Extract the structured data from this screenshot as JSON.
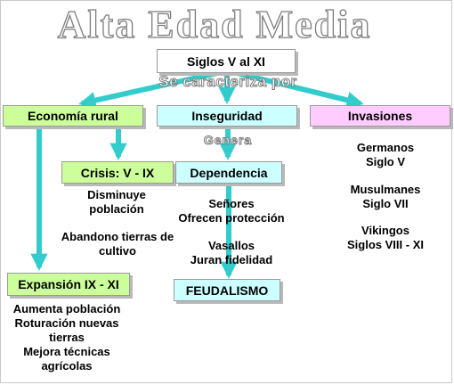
{
  "title": "Alta Edad Media",
  "top_box": "Siglos V al  XI",
  "connector_label": "Se caracteriza por",
  "generates_label": "Genera",
  "branches": {
    "economia": {
      "label": "Economía rural",
      "crisis": {
        "label": "Crisis: V -  IX",
        "notes": [
          "Disminuye",
          "población",
          "Abandono tierras de",
          "cultivo"
        ]
      },
      "expansion": {
        "label": "Expansión IX - XI",
        "notes": [
          "Aumenta población",
          "Roturación nuevas",
          "tierras",
          "Mejora técnicas",
          "agrícolas"
        ]
      }
    },
    "inseguridad": {
      "label": "Inseguridad",
      "dependencia": {
        "label": "Dependencia",
        "notes": [
          "Señores",
          "Ofrecen protección",
          "Vasallos",
          "Juran fidelidad"
        ]
      },
      "feudalismo": "FEUDALISMO"
    },
    "invasiones": {
      "label": "Invasiones",
      "notes": [
        "Germanos",
        "Siglo V",
        "Musulmanes",
        "Siglo VII",
        "Vikingos",
        "Siglos VIII - XI"
      ]
    }
  },
  "colors": {
    "arrow": "#33cccc",
    "green_box": "#ccff99",
    "cyan_box": "#ccffff",
    "pink_box": "#ffccff"
  }
}
